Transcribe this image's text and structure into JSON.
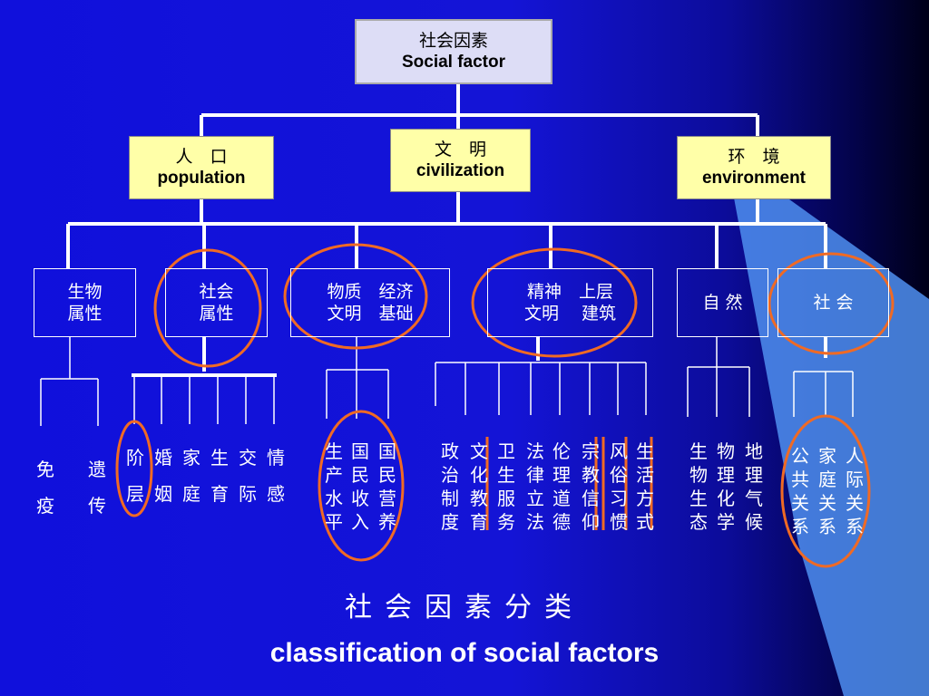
{
  "colors": {
    "background": "#1414d6",
    "line": "#ffffff",
    "oval": "#f06a24",
    "node_yellow": "#ffffa8",
    "node_top": "#ddddf6",
    "wedge": "#4f8ff0"
  },
  "root": {
    "zh": "社会因素",
    "en": "Social factor"
  },
  "level1": [
    {
      "zh": "人　口",
      "en": "population"
    },
    {
      "zh": "文　明",
      "en": "civilization"
    },
    {
      "zh": "环　境",
      "en": "environment"
    }
  ],
  "level2": [
    {
      "line1": "生物",
      "line2": "属性"
    },
    {
      "line1": "社会",
      "line2": "属性"
    },
    {
      "line1": "物质　经济",
      "line2": "文明　基础"
    },
    {
      "line1": "精神　上层",
      "line2": "文明　 建筑"
    },
    {
      "line1": "自 然",
      "line2": ""
    },
    {
      "line1": "社 会",
      "line2": ""
    }
  ],
  "leaves": [
    "免疫",
    "遗传",
    "阶层",
    "婚姻",
    "家庭",
    "生育",
    "交际",
    "情感",
    "生产水平",
    "国民收入",
    "国民营养",
    "政治制度",
    "文化教育",
    "卫生服务",
    "法律立法",
    "伦理道德",
    "宗教信仰",
    "风俗习惯",
    "生活方式",
    "生物生态",
    "物理化学",
    "地理气候",
    "公共关系",
    "家庭关系",
    "人际关系"
  ],
  "title": {
    "zh": "社会因素分类",
    "en": "classification of social factors"
  }
}
